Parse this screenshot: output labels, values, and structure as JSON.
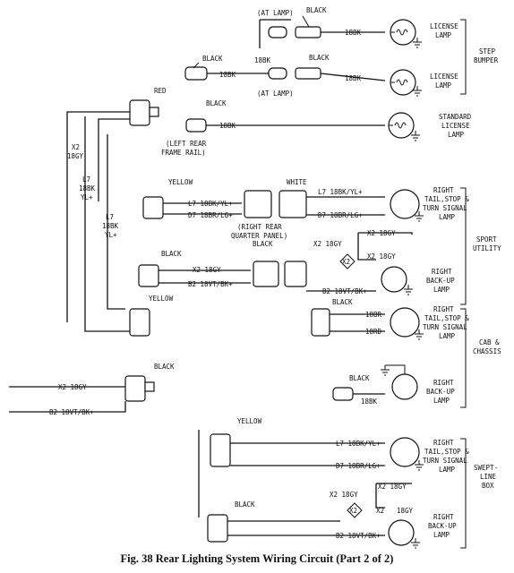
{
  "caption": "Fig. 38  Rear Lighting System Wiring Circuit (Part 2 of 2)",
  "labels": {
    "at_lamp_top": "(AT LAMP)",
    "black_top": "BLACK",
    "black_2": "BLACK",
    "wire_18bk_1": "18BK",
    "wire_18bk_2": "18BK",
    "wire_18bk_3": "18BK",
    "wire_18bk_4": "18BK",
    "at_lamp_2": "(AT LAMP)",
    "license_lamp_1": "LICENSE",
    "license_lamp_1b": "LAMP",
    "license_lamp_2": "LICENSE",
    "license_lamp_2b": "LAMP",
    "step_bumper_1": "STEP",
    "step_bumper_2": "BUMPER",
    "black_3": "BLACK",
    "red": "RED",
    "wire_18bk_5": "18BK",
    "black_4": "BLACK",
    "left_rear_1": "(LEFT REAR",
    "left_rear_2": "FRAME RAIL)",
    "std_license_1": "STANDARD",
    "std_license_2": "LICENSE",
    "std_license_3": "LAMP",
    "x2_18gy_v1": "X2",
    "x2_18gy_v2": "18GY",
    "l7_v1": "L7",
    "l7_v2": "18BK",
    "l7_v3": "YL+",
    "l7b_v1": "L7",
    "l7b_v2": "18BK",
    "l7b_v3": "YL+",
    "yellow_1": "YELLOW",
    "white": "WHITE",
    "l7_18bkyl_a": "L7 18BK/YL+",
    "d7_18brlg_a": "D7 18BR/LG+",
    "l7_18bkyl_b": "L7 18BK/YL+",
    "d7_18brlg_b": "D7 18BR/LG+",
    "rq_1": "(RIGHT REAR",
    "rq_2": "QUARTER PANEL)",
    "right_tail_1": "RIGHT",
    "right_tail_2": "TAIL,STOP &",
    "right_tail_3": "TURN SIGNAL",
    "right_tail_4": "LAMP",
    "black_5": "BLACK",
    "x2_18gy_a": "X2 18GY",
    "x2_18gy_b": "X2 18GY",
    "x2_18gy_c": "X2 18GY",
    "x2_18gy_d": "X2 18GY",
    "black_6": "BLACK",
    "b2_18vtbk_a": "B2 18VT/BK+",
    "b2_18vtbk_b": "B2 18VT/BK+",
    "right_backup_1": "RIGHT",
    "right_backup_2": "BACK-UP",
    "right_backup_3": "LAMP",
    "sport_1": "SPORT",
    "sport_2": "UTILITY",
    "x2": "X2",
    "black_7": "BLACK",
    "yellow_2": "YELLOW",
    "wire_18br": "18BR",
    "wire_18rd": "18RD",
    "cab_tail_1": "RIGHT",
    "cab_tail_2": "TAIL,STOP &",
    "cab_tail_3": "TURN SIGNAL",
    "cab_tail_4": "LAMP",
    "cab_1": "CAB &",
    "cab_2": "CHASSIS",
    "black_8": "BLACK",
    "x2_18gy_e": "X2 18GY",
    "b2_18vtbk_c": "B2 18VT/BK+",
    "black_9": "BLACK",
    "wire_18bk_6": "18BK",
    "cab_bu_1": "RIGHT",
    "cab_bu_2": "BACK-UP",
    "cab_bu_3": "LAMP",
    "yellow_3": "YELLOW",
    "l7_18bkyl_c": "L7 18BK/YL+",
    "d7_18brlg_c": "D7 18BR/LG+",
    "sl_tail_1": "RIGHT",
    "sl_tail_2": "TAIL,STOP &",
    "sl_tail_3": "TURN SIGNAL",
    "sl_tail_4": "LAMP",
    "sl_x2_a": "X2 18GY",
    "sl_x2_b": "X2",
    "sl_x2_c": "18GY",
    "sl_x2_d": "X2 18GY",
    "sl_x2_e": "X2",
    "black_10": "BLACK",
    "b2_18vtbk_d": "B2 18VT/BK+",
    "sl_bu_1": "RIGHT",
    "sl_bu_2": "BACK-UP",
    "sl_bu_3": "LAMP",
    "swept_1": "SWEPT-",
    "swept_2": "LINE",
    "swept_3": "BOX",
    "wire_18gy": "18GY",
    "x2_diamond": "X2"
  }
}
